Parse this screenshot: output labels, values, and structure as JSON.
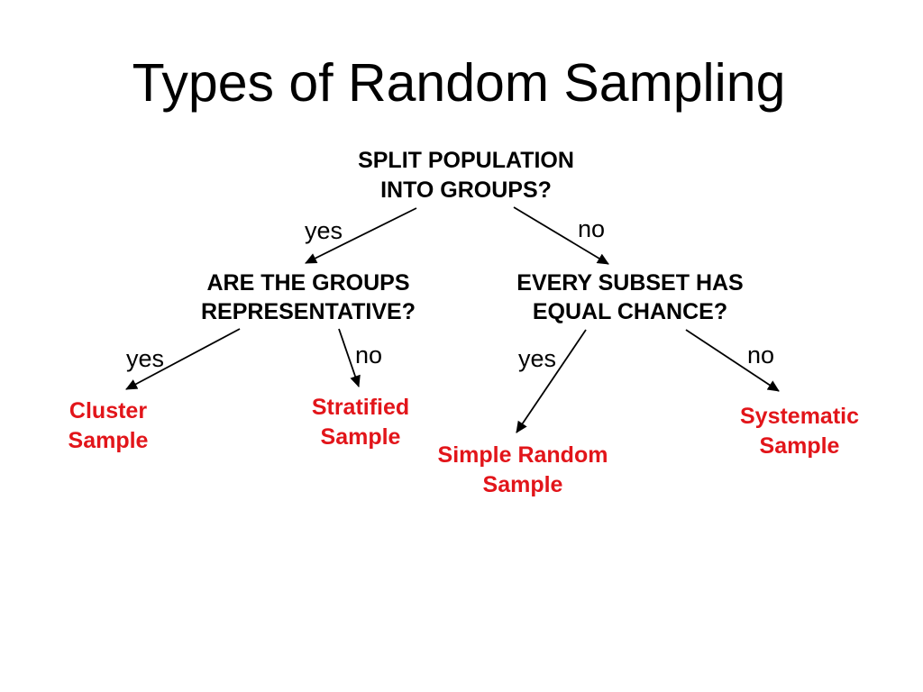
{
  "slide": {
    "title": "Types of Random Sampling",
    "colors": {
      "bg": "#ffffff",
      "text": "#000000",
      "accent": "#e2151a"
    }
  },
  "tree": {
    "type": "decision-tree",
    "root": {
      "line1": "SPLIT POPULATION",
      "line2": "INTO GROUPS?"
    },
    "left_question": {
      "line1": "ARE THE GROUPS",
      "line2": "REPRESENTATIVE?"
    },
    "right_question": {
      "line1": "EVERY SUBSET HAS",
      "line2": "EQUAL CHANCE?"
    },
    "labels": {
      "root_yes": "yes",
      "root_no": "no",
      "left_yes": "yes",
      "left_no": "no",
      "right_yes": "yes",
      "right_no": "no"
    },
    "leaves": {
      "cluster": {
        "line1": "Cluster",
        "line2": "Sample"
      },
      "stratified": {
        "line1": "Stratified",
        "line2": "Sample"
      },
      "simple_random": {
        "line1": "Simple Random",
        "line2": "Sample"
      },
      "systematic": {
        "line1": "Systematic",
        "line2": "Sample"
      }
    },
    "branches": [
      {
        "from": "split-population",
        "label": "yes",
        "to": "are-groups-representative"
      },
      {
        "from": "split-population",
        "label": "no",
        "to": "every-subset-equal-chance"
      },
      {
        "from": "are-groups-representative",
        "label": "yes",
        "to": "cluster-sample"
      },
      {
        "from": "are-groups-representative",
        "label": "no",
        "to": "stratified-sample"
      },
      {
        "from": "every-subset-equal-chance",
        "label": "yes",
        "to": "simple-random-sample"
      },
      {
        "from": "every-subset-equal-chance",
        "label": "no",
        "to": "systematic-sample"
      }
    ]
  }
}
